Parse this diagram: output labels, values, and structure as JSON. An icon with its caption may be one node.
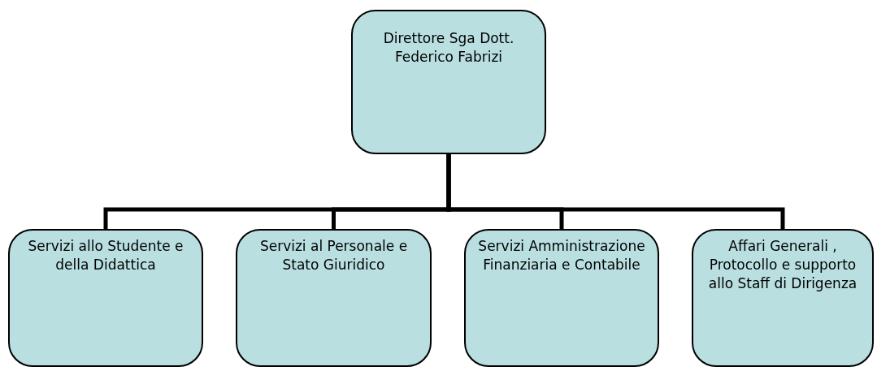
{
  "diagram": {
    "nodes": [
      {
        "text": [
          "Direttore Sga Dott. Federico Fabrizi"
        ]
      },
      {
        "text": [
          "Servizi allo Studente e della Didattica"
        ]
      },
      {
        "text": [
          "Servizi al Personale e Stato Giuridico"
        ]
      },
      {
        "text": [
          "Servizi Amministrazione Finanziaria e Contabile"
        ]
      },
      {
        "text": [
          "Affari Generali , Protocollo e supporto allo Staff di Dirigenza"
        ]
      }
    ],
    "edges": [
      {
        "from": 0,
        "to": 1,
        "arrow": "none"
      },
      {
        "from": 0,
        "to": 2,
        "arrow": "none"
      },
      {
        "from": 0,
        "to": 3,
        "arrow": "none"
      },
      {
        "from": 0,
        "to": 4,
        "arrow": "none"
      }
    ]
  }
}
